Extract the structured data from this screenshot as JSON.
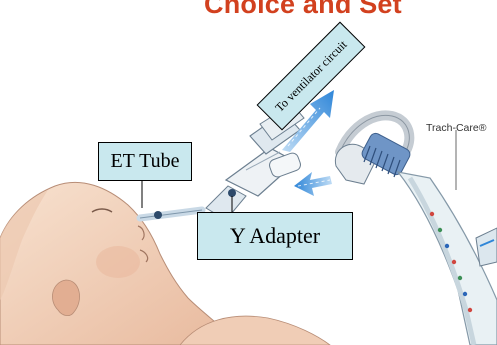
{
  "slide": {
    "title": "Choice and Set",
    "labels": {
      "et_tube": "ET Tube",
      "y_adapter": "Y Adapter",
      "to_ventilator": "To ventilator circuit",
      "trach_care": "Trach-Care®"
    }
  },
  "colors": {
    "title": "#d2411f",
    "label_fill": "#c9e8ee",
    "flow_arrow": "#4a9be0",
    "skin": "#f3d6c0"
  },
  "icons": [
    "flow-arrow-icon",
    "flow-arrow-icon"
  ]
}
